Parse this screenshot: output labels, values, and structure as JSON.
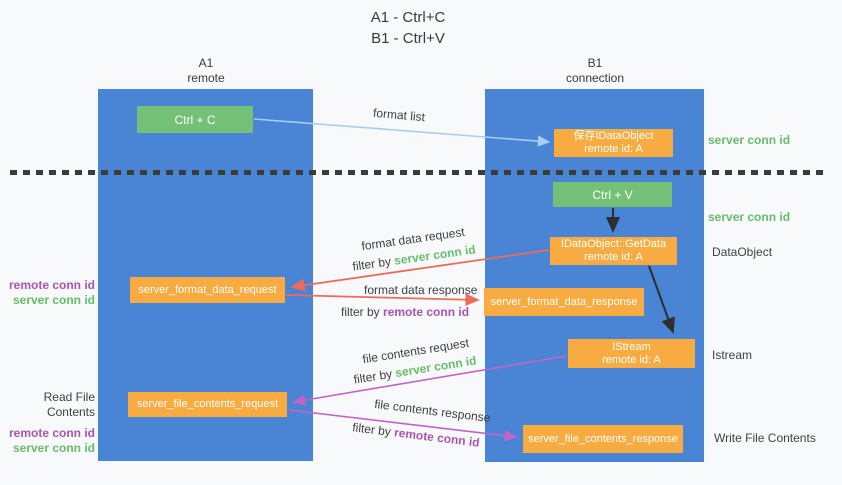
{
  "title": {
    "line1": "A1 - Ctrl+C",
    "line2": "B1 - Ctrl+V"
  },
  "lanes": {
    "a": {
      "name": "A1",
      "subtitle": "remote"
    },
    "b": {
      "name": "B1",
      "subtitle": "connection"
    }
  },
  "nodes": {
    "ctrl_c": "Ctrl + C",
    "ctrl_v": "Ctrl + V",
    "save_idataobject": {
      "line1": "保存IDataObject",
      "line2": "remote id: A"
    },
    "getdata": {
      "line1": "IDataObject::GetData",
      "line2": "remote id: A"
    },
    "istream": {
      "line1": "IStream",
      "line2": "remote id: A"
    },
    "format_request": "server_format_data_request",
    "format_response": "server_format_data_response",
    "file_request": "server_file_contents_request",
    "file_response": "server_file_contents_response"
  },
  "arrow_labels": {
    "format_list": "format list",
    "format_data_request": "format data request",
    "format_data_response": "format data response",
    "file_contents_request": "file contents request",
    "file_contents_response": "file contents response",
    "filter_by": "filter by",
    "server_conn_id": "server conn id",
    "remote_conn_id": "remote conn id"
  },
  "side_labels": {
    "right_server_conn_id_1": "server conn id",
    "right_server_conn_id_2": "server conn id",
    "dataobject": "DataObject",
    "istream": "Istream",
    "write_file_contents": "Write File Contents",
    "read_file_contents": "Read File Contents",
    "left_remote_conn_id_1": "remote conn id",
    "left_server_conn_id_1": "server conn id",
    "left_remote_conn_id_2": "remote conn id",
    "left_server_conn_id_2": "server conn id"
  },
  "colors": {
    "bg": "#f8f9fa",
    "lane-blue": "#4a84d4",
    "box-green": "#74c077",
    "box-orange": "#f8ab41",
    "arrow-lightblue": "#a5cfee",
    "arrow-red": "#ef6a5c",
    "arrow-magenta": "#c263c8",
    "arrow-black": "#2e2e2e",
    "text-green": "#67bd6a",
    "text-purple": "#a855b0",
    "text-dark": "#3f3f3f"
  }
}
